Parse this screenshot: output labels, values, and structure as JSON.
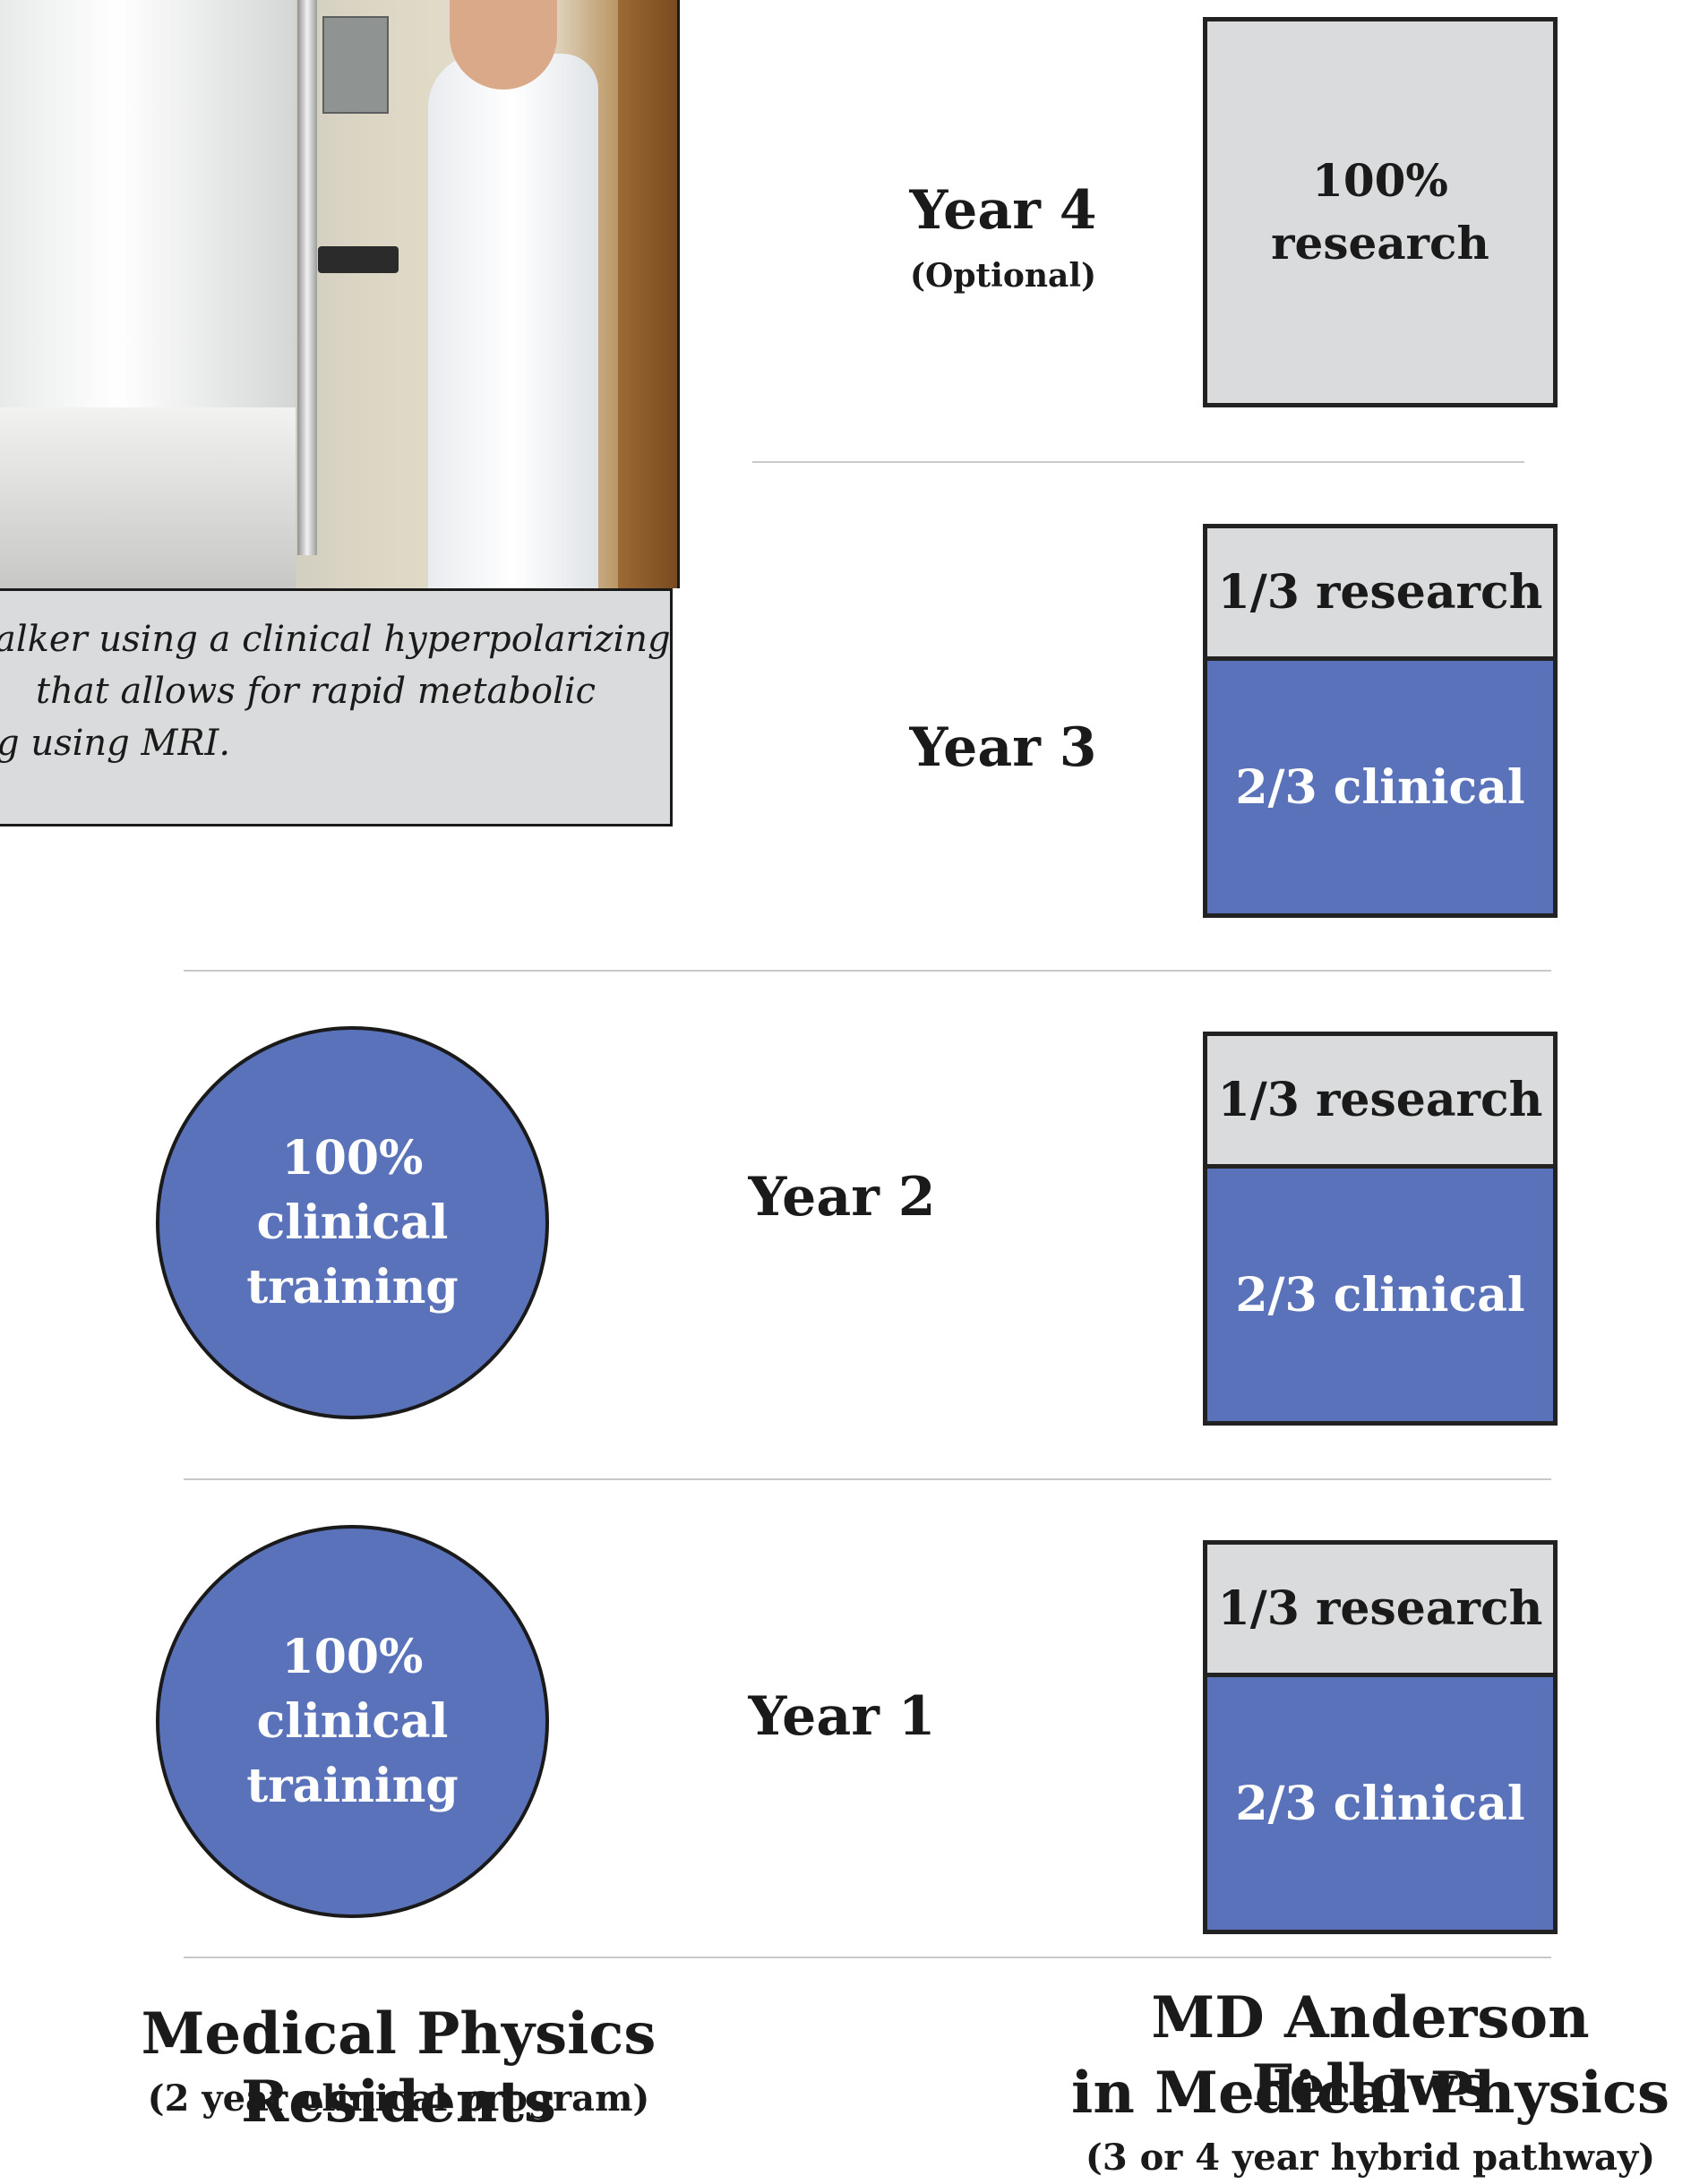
{
  "photo": {
    "caption_lines": [
      "alker using a clinical hyperpolarizing",
      "that allows for rapid metabolic",
      "g using MRI."
    ]
  },
  "fellows_column": {
    "year4": {
      "label": "Year 4",
      "note": "(Optional)",
      "box_lines": [
        "100%",
        "research"
      ]
    },
    "year3": {
      "label": "Year 3",
      "research": "1/3 research",
      "clinical": "2/3 clinical"
    },
    "year2": {
      "research": "1/3 research",
      "clinical": "2/3 clinical"
    },
    "year1": {
      "research": "1/3 research",
      "clinical": "2/3 clinical"
    },
    "title_lines": [
      "MD Anderson Fellows",
      "in Medical Physics"
    ],
    "subtitle": "(3 or 4 year hybrid pathway)"
  },
  "residents_column": {
    "year2": {
      "label": "Year 2",
      "circle_lines": [
        "100%",
        "clinical",
        "training"
      ]
    },
    "year1": {
      "label": "Year 1",
      "circle_lines": [
        "100%",
        "clinical",
        "training"
      ]
    },
    "title": "Medical Physics Residents",
    "subtitle": "(2 year clinical program)"
  },
  "colors": {
    "clinical_blue": "#5a72ba",
    "research_gray": "#d9dbdc",
    "divider_gray": "#c9c9c9"
  }
}
